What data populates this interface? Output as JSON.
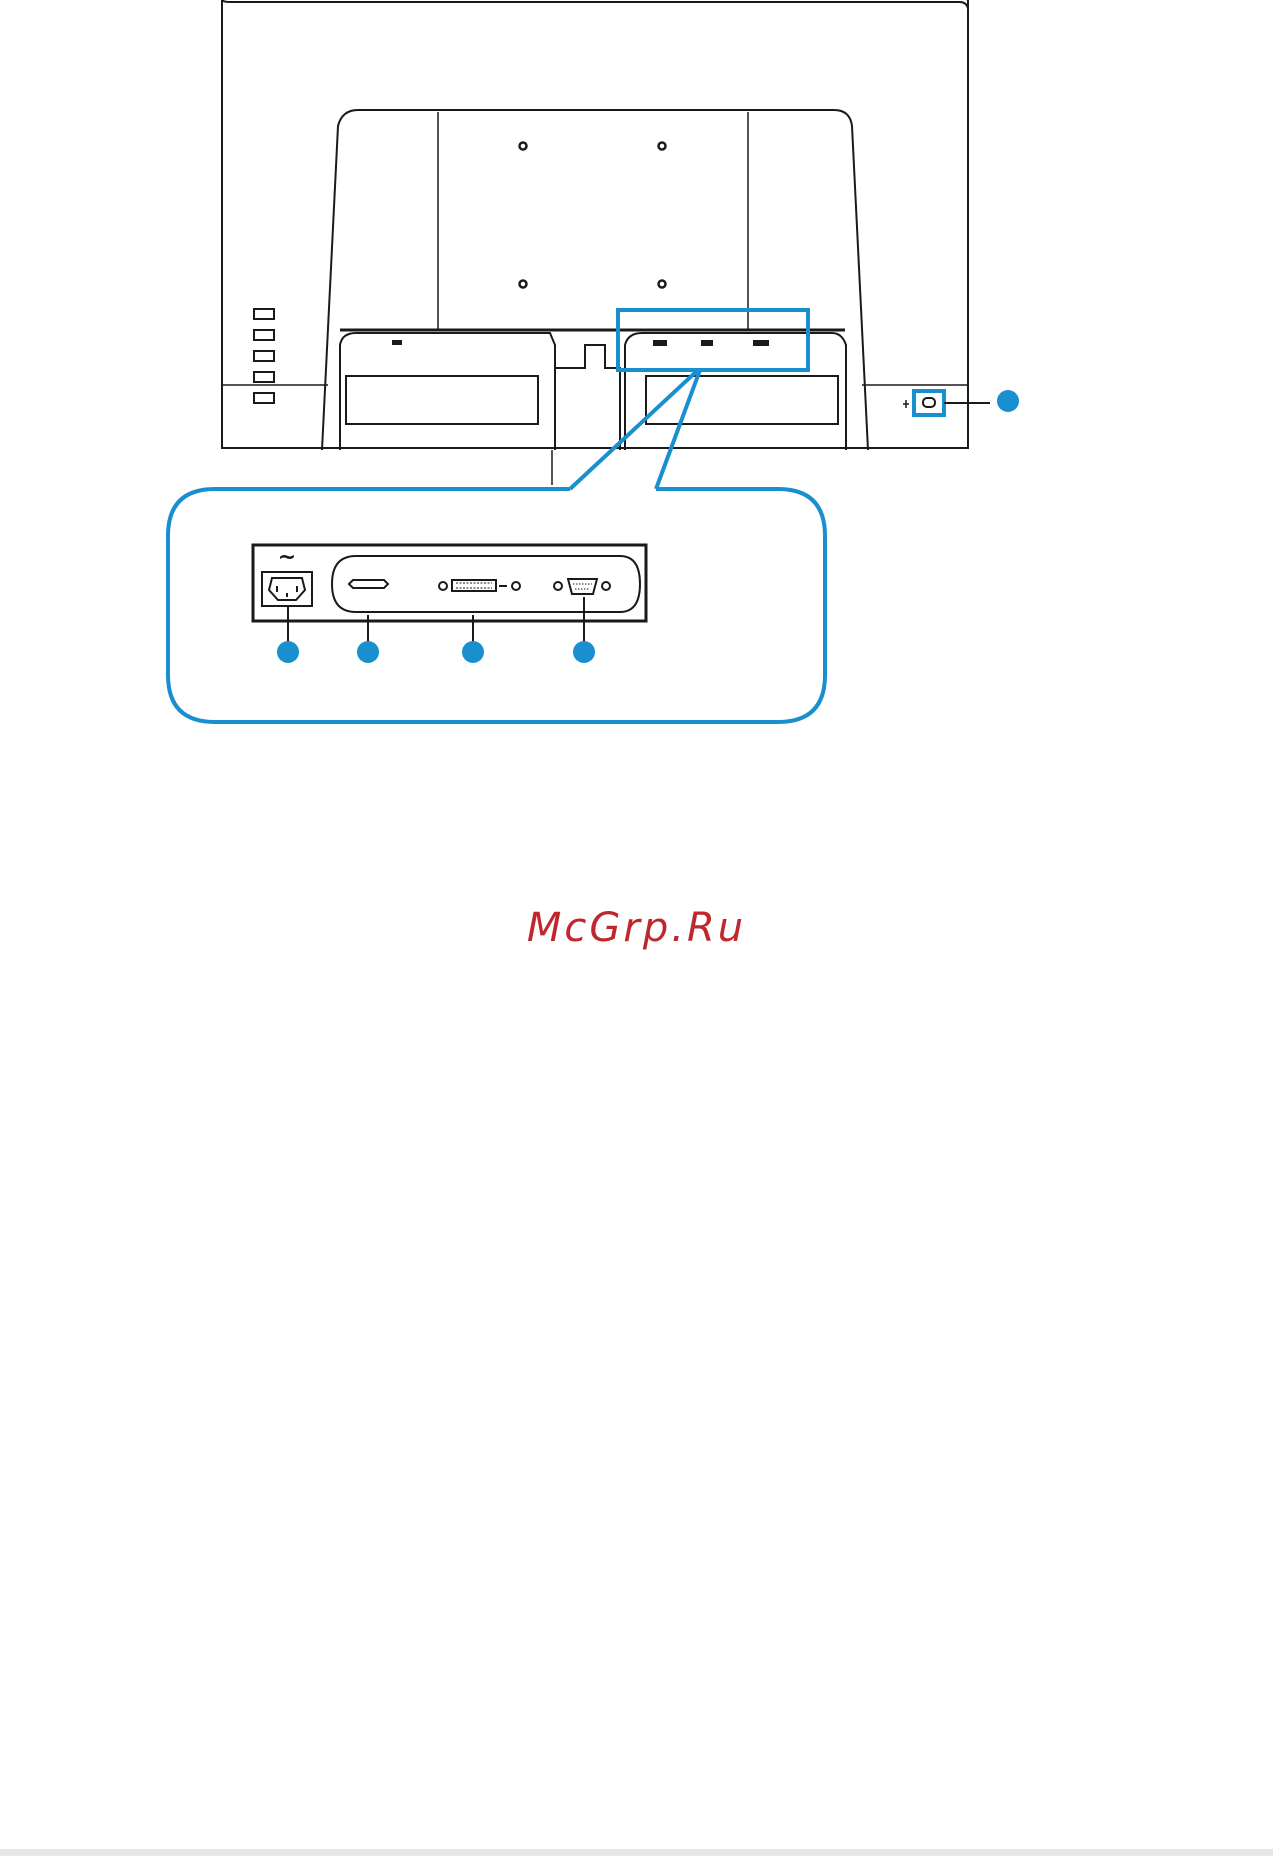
{
  "watermark": {
    "text": "McGrp.Ru"
  },
  "callouts": {
    "connector_panel": [
      "power-ac-in",
      "hdmi-port",
      "dvi-port",
      "vga-port"
    ],
    "rear_body": [
      "kensington-lock"
    ]
  },
  "icons": {
    "ac_symbol": "~"
  },
  "colors": {
    "line": "#1a1a1a",
    "accent": "#1a8fd0",
    "watermark": "#c0272d",
    "footer": "#e6e6e6"
  }
}
